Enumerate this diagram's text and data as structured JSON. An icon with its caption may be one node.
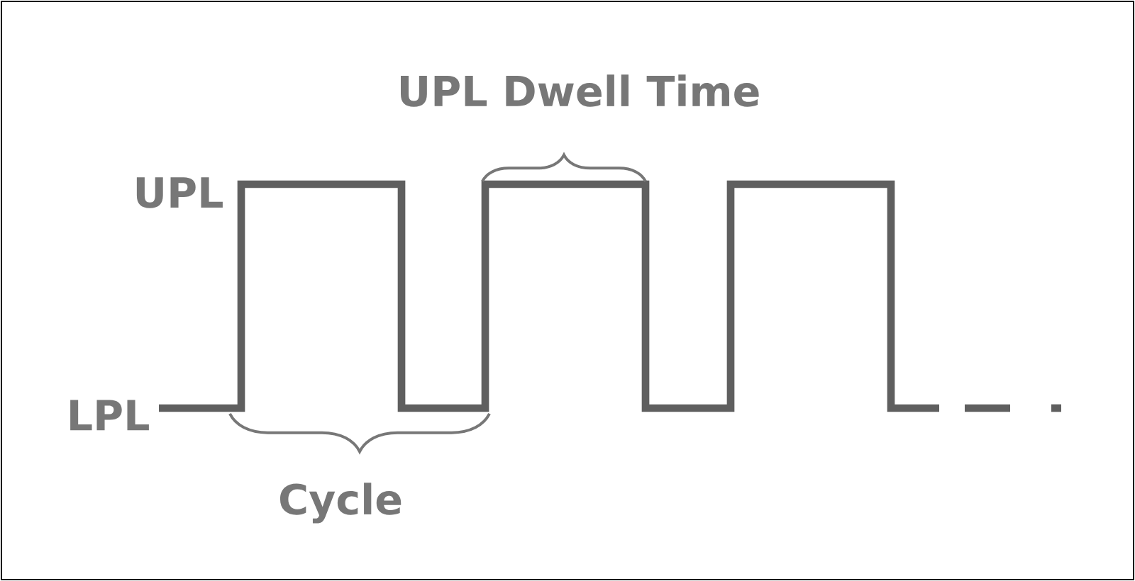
{
  "diagram": {
    "labels": [
      "UPL Dwell Time",
      "UPL",
      "LPL",
      "Cycle"
    ]
  }
}
